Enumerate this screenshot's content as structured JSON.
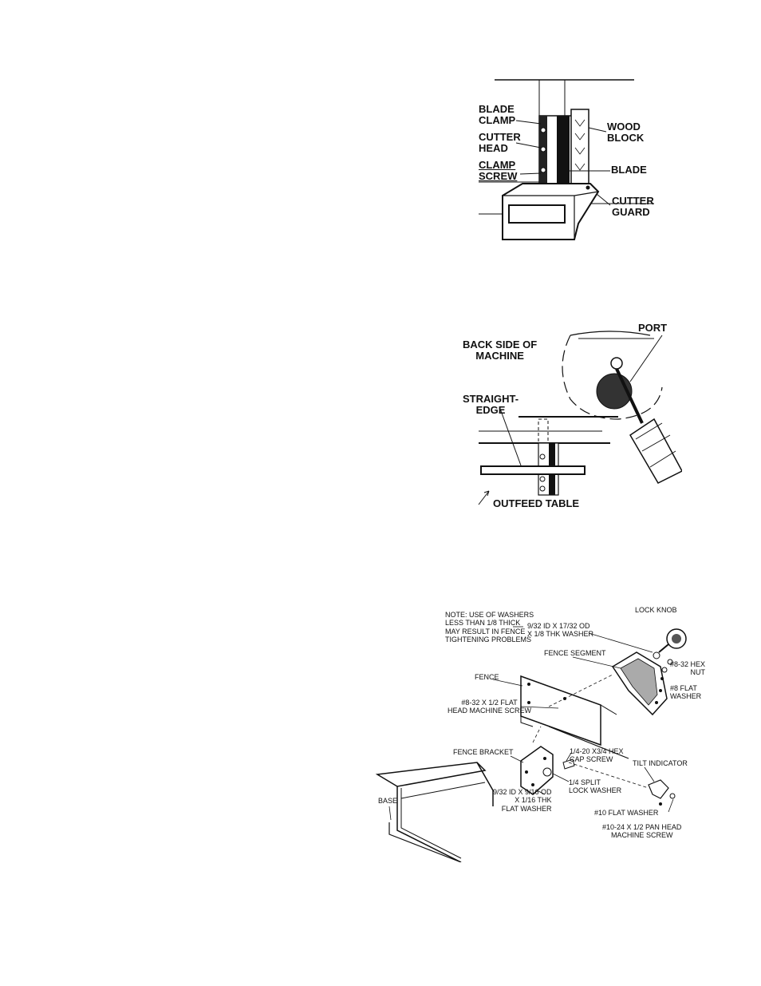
{
  "figure1": {
    "labels": {
      "blade_clamp": "BLADE\nCLAMP",
      "cutter_head": "CUTTER\nHEAD",
      "clamp_screw": "CLAMP\nSCREW",
      "wood_block": "WOOD\nBLOCK",
      "blade": "BLADE",
      "cutter_guard": "CUTTER\nGUARD"
    }
  },
  "figure2": {
    "labels": {
      "back_side": "BACK SIDE OF\nMACHINE",
      "port": "PORT",
      "straight_edge": "STRAIGHT-\nEDGE",
      "outfeed_table": "OUTFEED TABLE"
    }
  },
  "figure3": {
    "labels": {
      "note": "NOTE: USE OF WASHERS\nLESS THAN 1/8 THICK\nMAY RESULT IN FENCE\nTIGHTENING PROBLEMS",
      "washer_932": "9/32 ID X 17/32 OD\nX 1/8 THK WASHER",
      "lock_knob": "LOCK KNOB",
      "fence_segment": "FENCE SEGMENT",
      "hex_nut": "#8-32 HEX\nNUT",
      "fence": "FENCE",
      "flat_washer_8": "#8 FLAT\nWASHER",
      "flat_head_screw": "#8-32 X 1/2 FLAT\nHEAD MACHINE SCREW",
      "fence_bracket": "FENCE BRACKET",
      "cap_screw": "1/4-20 X3/4 HEX\nCAP SCREW",
      "tilt_indicator": "TILT INDICATOR",
      "split_lock_washer": "1/4 SPLIT\nLOCK WASHER",
      "base": "BASE",
      "flat_washer_932": "9/32 ID X 9/16 OD\nX 1/16 THK\nFLAT WASHER",
      "flat_washer_10": "#10 FLAT WASHER",
      "pan_head_screw": "#10-24 X 1/2 PAN HEAD\nMACHINE SCREW"
    }
  }
}
